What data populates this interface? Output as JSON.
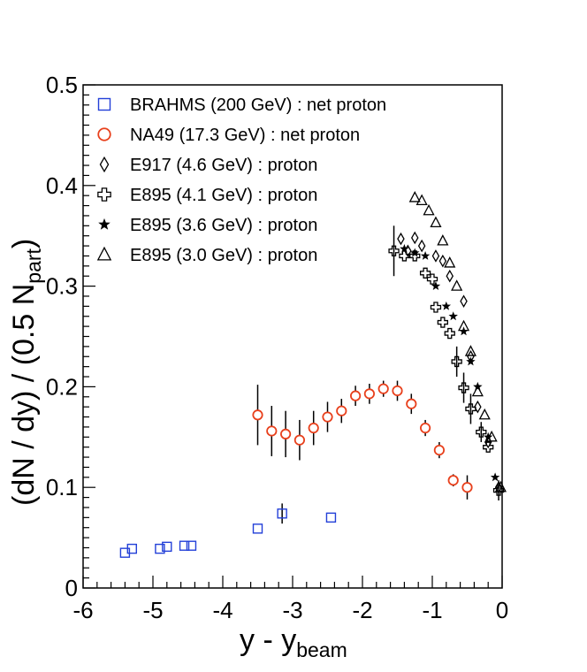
{
  "chart_data": {
    "type": "scatter",
    "xlabel": "y - y",
    "xlabel_sub": "beam",
    "ylabel": "(dN / dy) / (0.5 N",
    "ylabel_sub": "part",
    "ylabel_tail": ")",
    "xlim": [
      -6,
      0
    ],
    "ylim": [
      0,
      0.5
    ],
    "x_ticks": [
      "-6",
      "-5",
      "-4",
      "-3",
      "-2",
      "-1",
      "0"
    ],
    "y_ticks": [
      "0",
      "0.1",
      "0.2",
      "0.3",
      "0.4",
      "0.5"
    ],
    "legend_position": "top-left",
    "series": [
      {
        "name": "BRAHMS (200 GeV) : net proton",
        "marker": "open-square",
        "color": "#2340d8",
        "points": [
          {
            "x": -5.4,
            "y": 0.035
          },
          {
            "x": -5.3,
            "y": 0.039
          },
          {
            "x": -4.9,
            "y": 0.039
          },
          {
            "x": -4.8,
            "y": 0.041
          },
          {
            "x": -4.55,
            "y": 0.042
          },
          {
            "x": -4.45,
            "y": 0.042
          },
          {
            "x": -3.5,
            "y": 0.059
          },
          {
            "x": -3.15,
            "y": 0.074,
            "err": 0.01
          },
          {
            "x": -2.45,
            "y": 0.07
          }
        ]
      },
      {
        "name": "NA49 (17.3 GeV)  : net proton",
        "marker": "open-circle",
        "color": "#e8401c",
        "points": [
          {
            "x": -3.5,
            "y": 0.172,
            "err": 0.03
          },
          {
            "x": -3.3,
            "y": 0.156,
            "err": 0.025
          },
          {
            "x": -3.1,
            "y": 0.153,
            "err": 0.023
          },
          {
            "x": -2.9,
            "y": 0.147,
            "err": 0.02
          },
          {
            "x": -2.7,
            "y": 0.159,
            "err": 0.017
          },
          {
            "x": -2.5,
            "y": 0.17,
            "err": 0.015
          },
          {
            "x": -2.3,
            "y": 0.176,
            "err": 0.012
          },
          {
            "x": -2.1,
            "y": 0.191,
            "err": 0.01
          },
          {
            "x": -1.9,
            "y": 0.193,
            "err": 0.01
          },
          {
            "x": -1.7,
            "y": 0.198,
            "err": 0.008
          },
          {
            "x": -1.5,
            "y": 0.196,
            "err": 0.01
          },
          {
            "x": -1.3,
            "y": 0.183,
            "err": 0.01
          },
          {
            "x": -1.1,
            "y": 0.159,
            "err": 0.008
          },
          {
            "x": -0.9,
            "y": 0.137,
            "err": 0.008
          },
          {
            "x": -0.7,
            "y": 0.107,
            "err": 0.006
          },
          {
            "x": -0.5,
            "y": 0.1,
            "err": 0.012
          }
        ]
      },
      {
        "name": "E917 (4.6 GeV)    : proton",
        "marker": "open-diamond",
        "color": "#000000",
        "points": [
          {
            "x": -1.45,
            "y": 0.347
          },
          {
            "x": -1.35,
            "y": 0.335
          },
          {
            "x": -1.25,
            "y": 0.348
          },
          {
            "x": -1.15,
            "y": 0.34
          },
          {
            "x": -0.95,
            "y": 0.33
          },
          {
            "x": -0.85,
            "y": 0.325
          },
          {
            "x": -0.75,
            "y": 0.31
          },
          {
            "x": -0.55,
            "y": 0.285
          },
          {
            "x": -0.45,
            "y": 0.23
          },
          {
            "x": -0.35,
            "y": 0.18
          },
          {
            "x": -0.2,
            "y": 0.145
          },
          {
            "x": -0.05,
            "y": 0.1
          }
        ]
      },
      {
        "name": "E895 (4.1 GeV)    : proton",
        "marker": "open-cross",
        "color": "#000000",
        "points": [
          {
            "x": -1.55,
            "y": 0.335,
            "err": 0.025
          },
          {
            "x": -1.4,
            "y": 0.33
          },
          {
            "x": -1.25,
            "y": 0.33
          },
          {
            "x": -1.1,
            "y": 0.313
          },
          {
            "x": -1.0,
            "y": 0.307
          },
          {
            "x": -0.95,
            "y": 0.279
          },
          {
            "x": -0.85,
            "y": 0.264
          },
          {
            "x": -0.75,
            "y": 0.253
          },
          {
            "x": -0.65,
            "y": 0.225,
            "err": 0.015
          },
          {
            "x": -0.55,
            "y": 0.199,
            "err": 0.015
          },
          {
            "x": -0.45,
            "y": 0.178,
            "err": 0.015
          },
          {
            "x": -0.3,
            "y": 0.155,
            "err": 0.01
          },
          {
            "x": -0.2,
            "y": 0.14
          },
          {
            "x": -0.05,
            "y": 0.097,
            "err": 0.01
          }
        ]
      },
      {
        "name": "E895 (3.6 GeV)    : proton",
        "marker": "filled-star",
        "color": "#000000",
        "points": [
          {
            "x": -1.4,
            "y": 0.337
          },
          {
            "x": -1.25,
            "y": 0.333
          },
          {
            "x": -1.1,
            "y": 0.33
          },
          {
            "x": -0.95,
            "y": 0.3
          },
          {
            "x": -0.8,
            "y": 0.28
          },
          {
            "x": -0.7,
            "y": 0.27
          },
          {
            "x": -0.55,
            "y": 0.255
          },
          {
            "x": -0.45,
            "y": 0.225
          },
          {
            "x": -0.35,
            "y": 0.2
          },
          {
            "x": -0.2,
            "y": 0.15
          },
          {
            "x": -0.1,
            "y": 0.11
          }
        ]
      },
      {
        "name": "E895 (3.0 GeV)    : proton",
        "marker": "open-triangle",
        "color": "#000000",
        "points": [
          {
            "x": -1.25,
            "y": 0.388
          },
          {
            "x": -1.15,
            "y": 0.385
          },
          {
            "x": -1.05,
            "y": 0.375
          },
          {
            "x": -0.95,
            "y": 0.363
          },
          {
            "x": -0.85,
            "y": 0.345
          },
          {
            "x": -0.75,
            "y": 0.323
          },
          {
            "x": -0.65,
            "y": 0.3
          },
          {
            "x": -0.55,
            "y": 0.26
          },
          {
            "x": -0.45,
            "y": 0.235
          },
          {
            "x": -0.35,
            "y": 0.195
          },
          {
            "x": -0.25,
            "y": 0.172
          },
          {
            "x": -0.15,
            "y": 0.15
          },
          {
            "x": -0.02,
            "y": 0.1
          }
        ]
      }
    ]
  }
}
